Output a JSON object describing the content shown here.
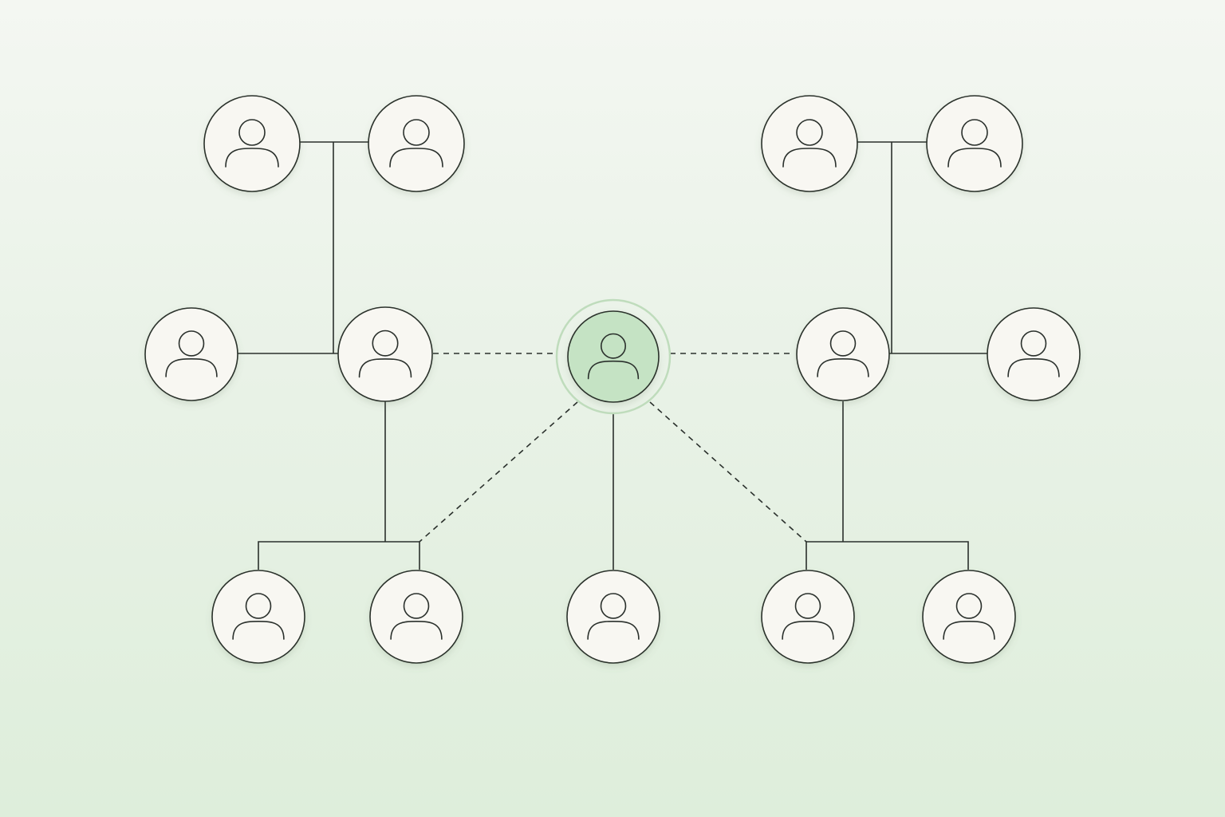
{
  "diagram": {
    "type": "network",
    "colors": {
      "background_top": "#f4f7f2",
      "background_bottom": "#deeedb",
      "node_fill": "#f8f7f2",
      "highlight_fill": "#c5e3c4",
      "halo": "#bfdcbc",
      "line": "#2a302c"
    },
    "nodes": [
      {
        "id": "top-left-a",
        "icon": "person-icon",
        "highlighted": false
      },
      {
        "id": "top-left-b",
        "icon": "person-icon",
        "highlighted": false
      },
      {
        "id": "top-right-a",
        "icon": "person-icon",
        "highlighted": false
      },
      {
        "id": "top-right-b",
        "icon": "person-icon",
        "highlighted": false
      },
      {
        "id": "mid-far-left",
        "icon": "person-icon",
        "highlighted": false
      },
      {
        "id": "mid-left",
        "icon": "person-icon",
        "highlighted": false
      },
      {
        "id": "center",
        "icon": "person-icon",
        "highlighted": true
      },
      {
        "id": "mid-right",
        "icon": "person-icon",
        "highlighted": false
      },
      {
        "id": "mid-far-right",
        "icon": "person-icon",
        "highlighted": false
      },
      {
        "id": "bottom-1",
        "icon": "person-icon",
        "highlighted": false
      },
      {
        "id": "bottom-2",
        "icon": "person-icon",
        "highlighted": false
      },
      {
        "id": "bottom-3",
        "icon": "person-icon",
        "highlighted": false
      },
      {
        "id": "bottom-4",
        "icon": "person-icon",
        "highlighted": false
      },
      {
        "id": "bottom-5",
        "icon": "person-icon",
        "highlighted": false
      }
    ],
    "solid_connections": [
      {
        "from": "top-left-a",
        "to": "top-left-b"
      },
      {
        "from": "top-left-a",
        "to": "mid-left"
      },
      {
        "from": "mid-far-left",
        "to": "mid-left"
      },
      {
        "from": "mid-left",
        "to": "bottom-1"
      },
      {
        "from": "mid-left",
        "to": "bottom-2"
      },
      {
        "from": "top-right-a",
        "to": "top-right-b"
      },
      {
        "from": "top-right-a",
        "to": "mid-right"
      },
      {
        "from": "mid-right",
        "to": "mid-far-right"
      },
      {
        "from": "mid-right",
        "to": "bottom-4"
      },
      {
        "from": "mid-right",
        "to": "bottom-5"
      },
      {
        "from": "center",
        "to": "bottom-3"
      }
    ],
    "dashed_connections": [
      {
        "from": "center",
        "to": "mid-left"
      },
      {
        "from": "center",
        "to": "mid-right"
      },
      {
        "from": "center",
        "to": "bottom-2"
      },
      {
        "from": "center",
        "to": "bottom-4"
      }
    ]
  }
}
